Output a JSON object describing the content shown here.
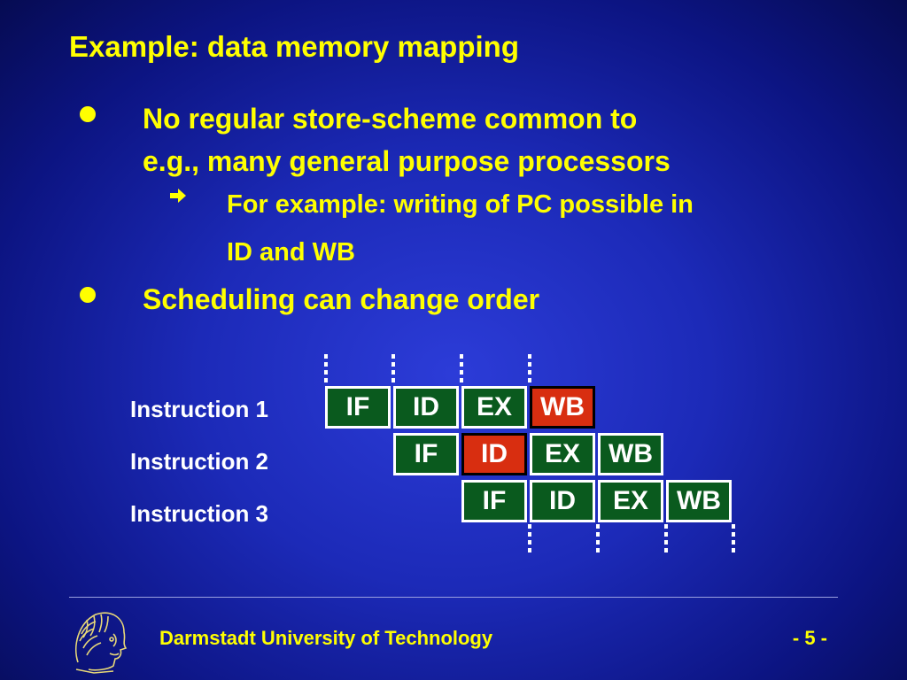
{
  "slide": {
    "title": "Example: data memory mapping",
    "bullets": [
      {
        "line1": "No regular store-scheme common to",
        "line2": "e.g., many general purpose processors"
      },
      {
        "line1": "Scheduling can change order"
      }
    ],
    "sub_bullet": {
      "line1": "For example: writing of PC possible in",
      "line2": "ID and WB"
    }
  },
  "pipeline": {
    "instructions": [
      "Instruction 1",
      "Instruction 2",
      "Instruction 3"
    ],
    "rows": [
      [
        "IF",
        "ID",
        "EX",
        "WB"
      ],
      [
        "IF",
        "ID",
        "EX",
        "WB"
      ],
      [
        "IF",
        "ID",
        "EX",
        "WB"
      ]
    ],
    "highlighted": [
      "row1-WB",
      "row2-ID"
    ],
    "colors": {
      "stage": "#0a5a1e",
      "highlight": "#d82e10"
    }
  },
  "footer": {
    "institution": "Darmstadt University of Technology",
    "page": "- 5 -"
  }
}
